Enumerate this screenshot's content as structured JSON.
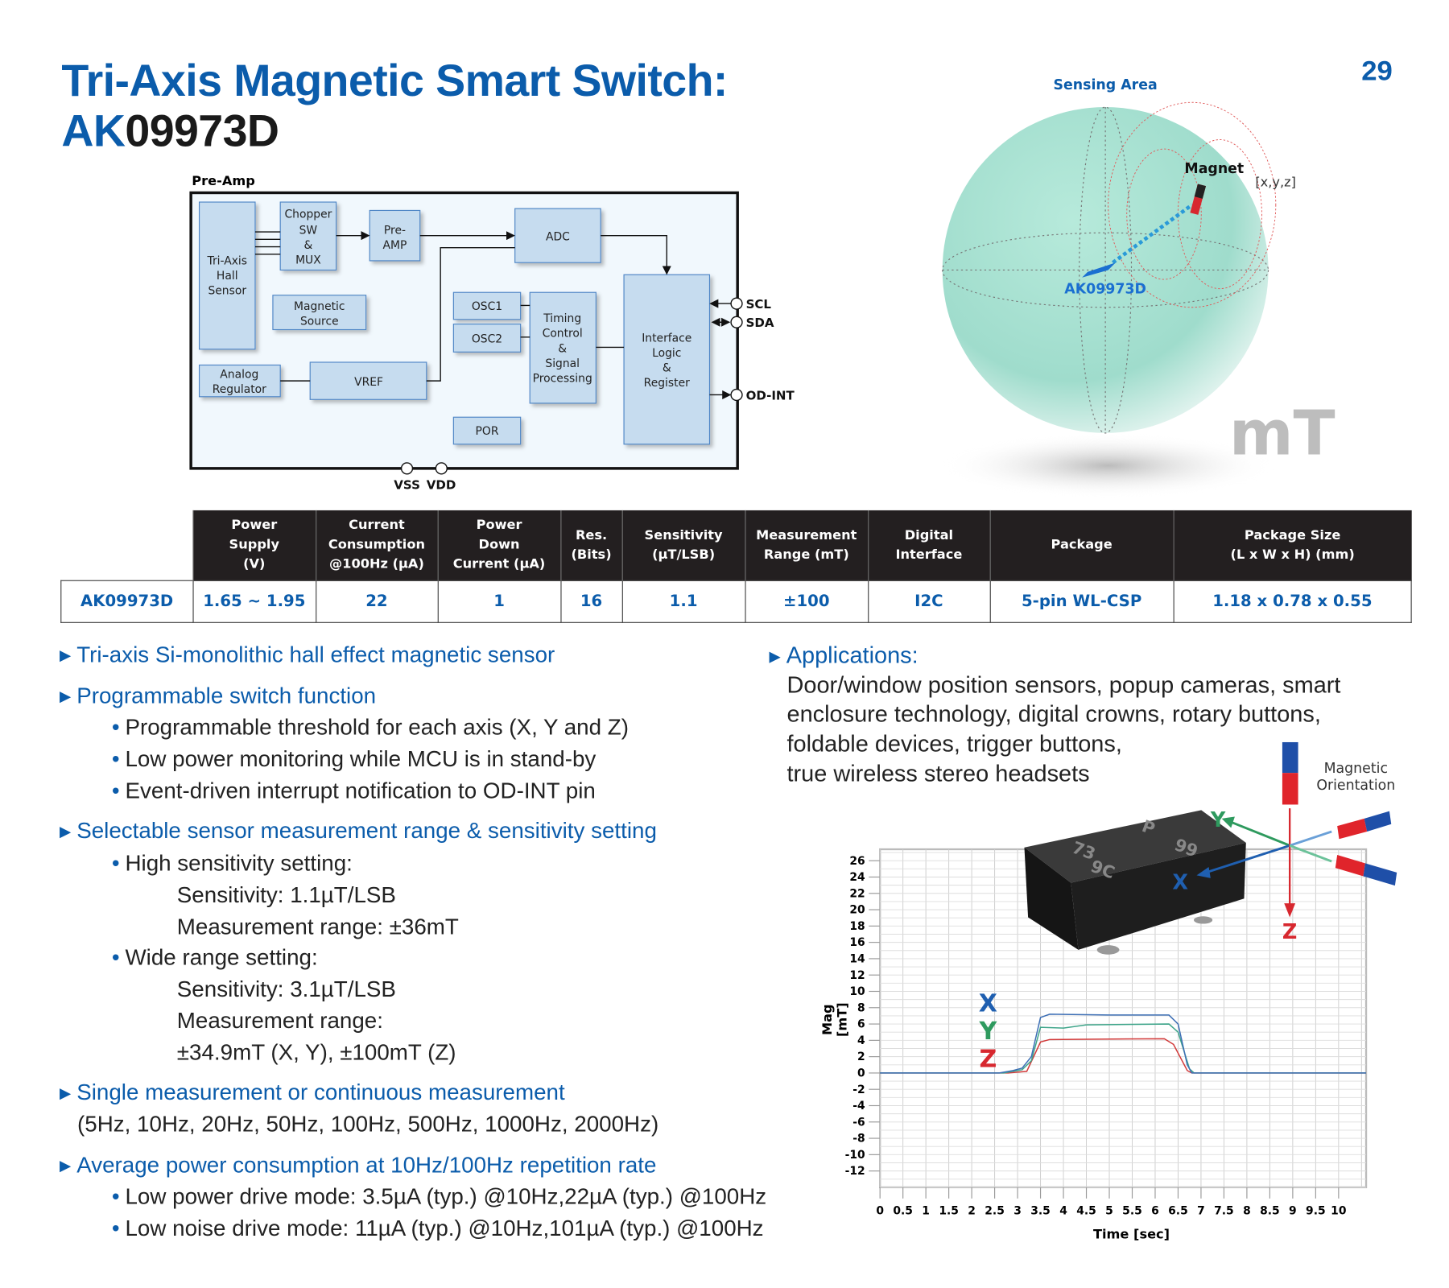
{
  "header": {
    "title_line1": "Tri-Axis Magnetic Smart Switch:",
    "title_line2_prefix": "AK",
    "title_line2_rest": "09973D",
    "page_number": "29"
  },
  "block_diagram": {
    "label": "Pre-Amp",
    "blocks": {
      "hall": [
        "Tri-Axis",
        "Hall",
        "Sensor"
      ],
      "chopper": [
        "Chopper",
        "SW",
        "&",
        "MUX"
      ],
      "preamp": [
        "Pre-",
        "AMP"
      ],
      "adc": "ADC",
      "magnetic_source": [
        "Magnetic",
        "Source"
      ],
      "osc1": "OSC1",
      "osc2": "OSC2",
      "timing": [
        "Timing",
        "Control",
        "&",
        "Signal",
        "Processing"
      ],
      "interface": [
        "Interface",
        "Logic",
        "&",
        "Register"
      ],
      "analog_regulator": [
        "Analog",
        "Regulator"
      ],
      "vref": "VREF",
      "por": "POR"
    },
    "pins": {
      "scl": "SCL",
      "sda": "SDA",
      "odint": "OD-INT",
      "vss": "VSS",
      "vdd": "VDD"
    }
  },
  "sphere": {
    "sensing_area": "Sensing Area",
    "magnet": "Magnet",
    "coords": "[x,y,z]",
    "device": "AK09973D",
    "unit": "mT"
  },
  "spec_table": {
    "headers": [
      [
        "Power",
        "Supply",
        "(V)"
      ],
      [
        "Current",
        "Consumption",
        "@100Hz  (µA)"
      ],
      [
        "Power",
        "Down",
        "Current (µA)"
      ],
      [
        "Res.",
        "(Bits)"
      ],
      [
        "Sensitivity",
        "(µT/LSB)"
      ],
      [
        "Measurement",
        "Range (mT)"
      ],
      [
        "Digital",
        "Interface"
      ],
      [
        "Package"
      ],
      [
        "Package Size",
        "(L x W x H) (mm)"
      ]
    ],
    "row": [
      "AK09973D",
      "1.65 ~ 1.95",
      "22",
      "1",
      "16",
      "1.1",
      "±100",
      "I2C",
      "5-pin WL-CSP",
      "1.18 x 0.78 x 0.55"
    ]
  },
  "features": {
    "f1": "Tri-axis Si-monolithic hall effect magnetic sensor",
    "f2": "Programmable switch function",
    "f2_items": [
      "Programmable threshold for each axis (X, Y and Z)",
      "Low power monitoring while MCU is in stand-by",
      "Event-driven interrupt notification to OD-INT pin"
    ],
    "f3": "Selectable sensor measurement range & sensitivity setting",
    "f3_high": "High sensitivity setting:",
    "f3_high_sens": "Sensitivity: 1.1µT/LSB",
    "f3_high_range": "Measurement range: ±36mT",
    "f3_wide": "Wide range setting:",
    "f3_wide_sens": "Sensitivity: 3.1µT/LSB",
    "f3_wide_range": "Measurement range:",
    "f3_wide_range_val": "±34.9mT (X, Y), ±100mT (Z)",
    "f4": "Single measurement or continuous measurement",
    "f4_text": "(5Hz, 10Hz, 20Hz, 50Hz, 100Hz, 500Hz, 1000Hz, 2000Hz)",
    "f5": "Average power consumption at 10Hz/100Hz repetition rate",
    "f5_items": [
      "Low power drive mode: 3.5µA (typ.) @10Hz,22µA (typ.) @100Hz",
      "Low noise drive mode: 11µA (typ.) @10Hz,101µA (typ.) @100Hz"
    ]
  },
  "applications": {
    "heading": "Applications:",
    "lines": [
      "Door/window position sensors, popup cameras, smart",
      "enclosure technology, digital crowns, rotary buttons,",
      "foldable devices, trigger buttons,",
      "true wireless stereo headsets"
    ]
  },
  "orientation": {
    "label_line1": "Magnetic",
    "label_line2": "Orientation",
    "axes": {
      "x": "X",
      "y": "Y",
      "z": "Z"
    },
    "chip_marks": [
      "73",
      "9C",
      "P",
      "99"
    ]
  },
  "colors": {
    "brand_blue": "#0b5cab",
    "x": "#1f5fb0",
    "y": "#2e9a5e",
    "z": "#d7282f"
  },
  "chart_data": {
    "type": "line",
    "xlabel": "Time [sec]",
    "ylabel_line1": "Mag",
    "ylabel_line2": "[mT]",
    "xlim": [
      0,
      10.6
    ],
    "ylim": [
      -14,
      27.4
    ],
    "xticks": [
      "0",
      "0.5",
      "1",
      "1.5",
      "2",
      "2.5",
      "3",
      "3.5",
      "4",
      "4.5",
      "5",
      "5.5",
      "6",
      "6.5",
      "7",
      "7.5",
      "8",
      "8.5",
      "9",
      "9.5",
      "10"
    ],
    "yticks": [
      "26",
      "24",
      "22",
      "20",
      "18",
      "16",
      "14",
      "12",
      "10",
      "8",
      "6",
      "4",
      "2",
      "0",
      "-2",
      "-4",
      "-6",
      "-8",
      "-10",
      "-12"
    ],
    "grid": true,
    "legend": [
      "X",
      "Y",
      "Z"
    ],
    "series": [
      {
        "name": "X",
        "color": "#3d6fb5",
        "points": [
          [
            0,
            0
          ],
          [
            2.6,
            0
          ],
          [
            2.9,
            0.3
          ],
          [
            3.1,
            0.6
          ],
          [
            3.3,
            2
          ],
          [
            3.5,
            6.8
          ],
          [
            3.7,
            7.2
          ],
          [
            5,
            7.1
          ],
          [
            6.3,
            7.1
          ],
          [
            6.5,
            6
          ],
          [
            6.7,
            1
          ],
          [
            6.8,
            0
          ],
          [
            10.6,
            0
          ]
        ]
      },
      {
        "name": "Y",
        "color": "#3fa58a",
        "points": [
          [
            0,
            0
          ],
          [
            2.7,
            0
          ],
          [
            3.1,
            0.4
          ],
          [
            3.3,
            1.5
          ],
          [
            3.5,
            5.6
          ],
          [
            4,
            5.5
          ],
          [
            4.5,
            5.9
          ],
          [
            6.3,
            6
          ],
          [
            6.5,
            5
          ],
          [
            6.75,
            0.5
          ],
          [
            6.85,
            0
          ],
          [
            10.6,
            0
          ]
        ]
      },
      {
        "name": "Z",
        "color": "#d23a3a",
        "points": [
          [
            0,
            0
          ],
          [
            2.8,
            0
          ],
          [
            3.2,
            0.2
          ],
          [
            3.5,
            3.8
          ],
          [
            3.7,
            4.1
          ],
          [
            6.2,
            4.2
          ],
          [
            6.4,
            3.5
          ],
          [
            6.7,
            0.3
          ],
          [
            6.8,
            0
          ],
          [
            10.6,
            0
          ]
        ]
      }
    ]
  }
}
